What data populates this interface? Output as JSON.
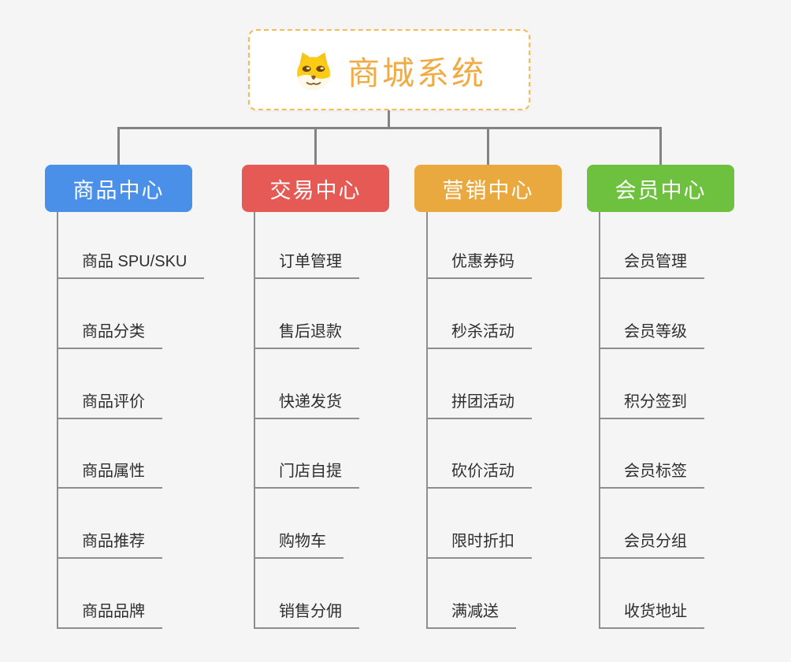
{
  "root": {
    "title": "商城系统",
    "icon": "doge-icon",
    "title_color": "#f0ab45",
    "border_color": "#f6bb53"
  },
  "connector_color": "#838383",
  "branches": [
    {
      "name": "product-center",
      "label": "商品中心",
      "color": "#4a90e8",
      "children": [
        "商品 SPU/SKU",
        "商品分类",
        "商品评价",
        "商品属性",
        "商品推荐",
        "商品品牌"
      ]
    },
    {
      "name": "trade-center",
      "label": "交易中心",
      "color": "#e65a55",
      "children": [
        "订单管理",
        "售后退款",
        "快递发货",
        "门店自提",
        "购物车",
        "销售分佣"
      ]
    },
    {
      "name": "marketing-center",
      "label": "营销中心",
      "color": "#eaa93e",
      "children": [
        "优惠券码",
        "秒杀活动",
        "拼团活动",
        "砍价活动",
        "限时折扣",
        "满减送"
      ]
    },
    {
      "name": "member-center",
      "label": "会员中心",
      "color": "#6ec13e",
      "children": [
        "会员管理",
        "会员等级",
        "积分签到",
        "会员标签",
        "会员分组",
        "收货地址"
      ]
    }
  ]
}
